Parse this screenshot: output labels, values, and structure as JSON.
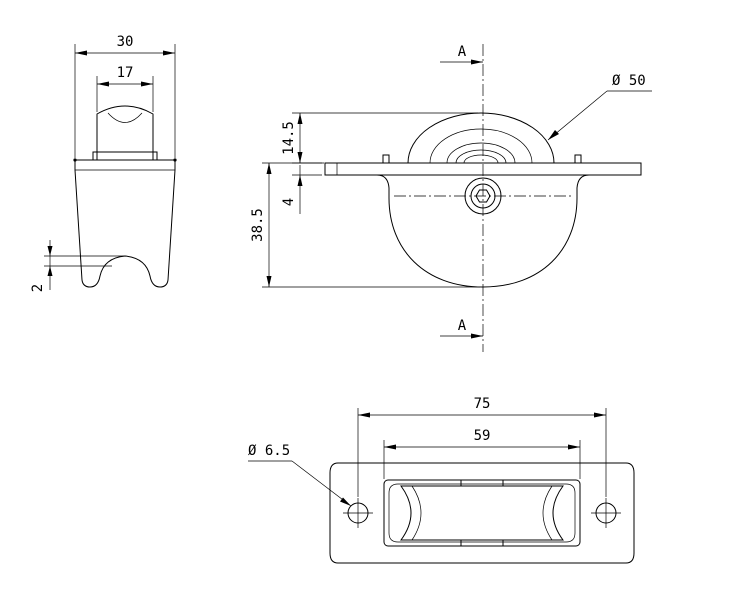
{
  "side_view": {
    "width_overall": "30",
    "width_wheel": "17",
    "groove_depth": "2"
  },
  "front_view": {
    "section_marker_top": "A",
    "section_marker_bottom": "A",
    "wheel_diameter": "Ø 50",
    "wheel_protrusion": "14.5",
    "plate_thickness": "4",
    "housing_depth": "38.5"
  },
  "bottom_view": {
    "hole_spacing": "75",
    "housing_width": "59",
    "hole_diameter": "Ø 6.5"
  }
}
